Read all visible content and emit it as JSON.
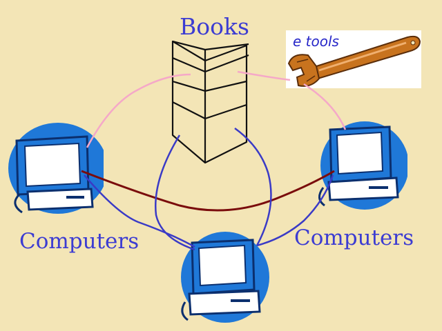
{
  "diagram": {
    "books_label": "Books",
    "computers_left_label": "Computers",
    "computers_right_label": "Computers",
    "etools_label": "e tools"
  },
  "colors": {
    "background": "#f3e5b6",
    "label_text": "#3c3cd2",
    "computer_blue": "#1f78d8",
    "pink_link": "#f5a8c8",
    "dark_red_link": "#7a0c0c",
    "blue_link": "#3a3ac6",
    "wrench": "#c8731e"
  },
  "icons": [
    "books-icon",
    "wrench-icon",
    "computer-icon"
  ]
}
